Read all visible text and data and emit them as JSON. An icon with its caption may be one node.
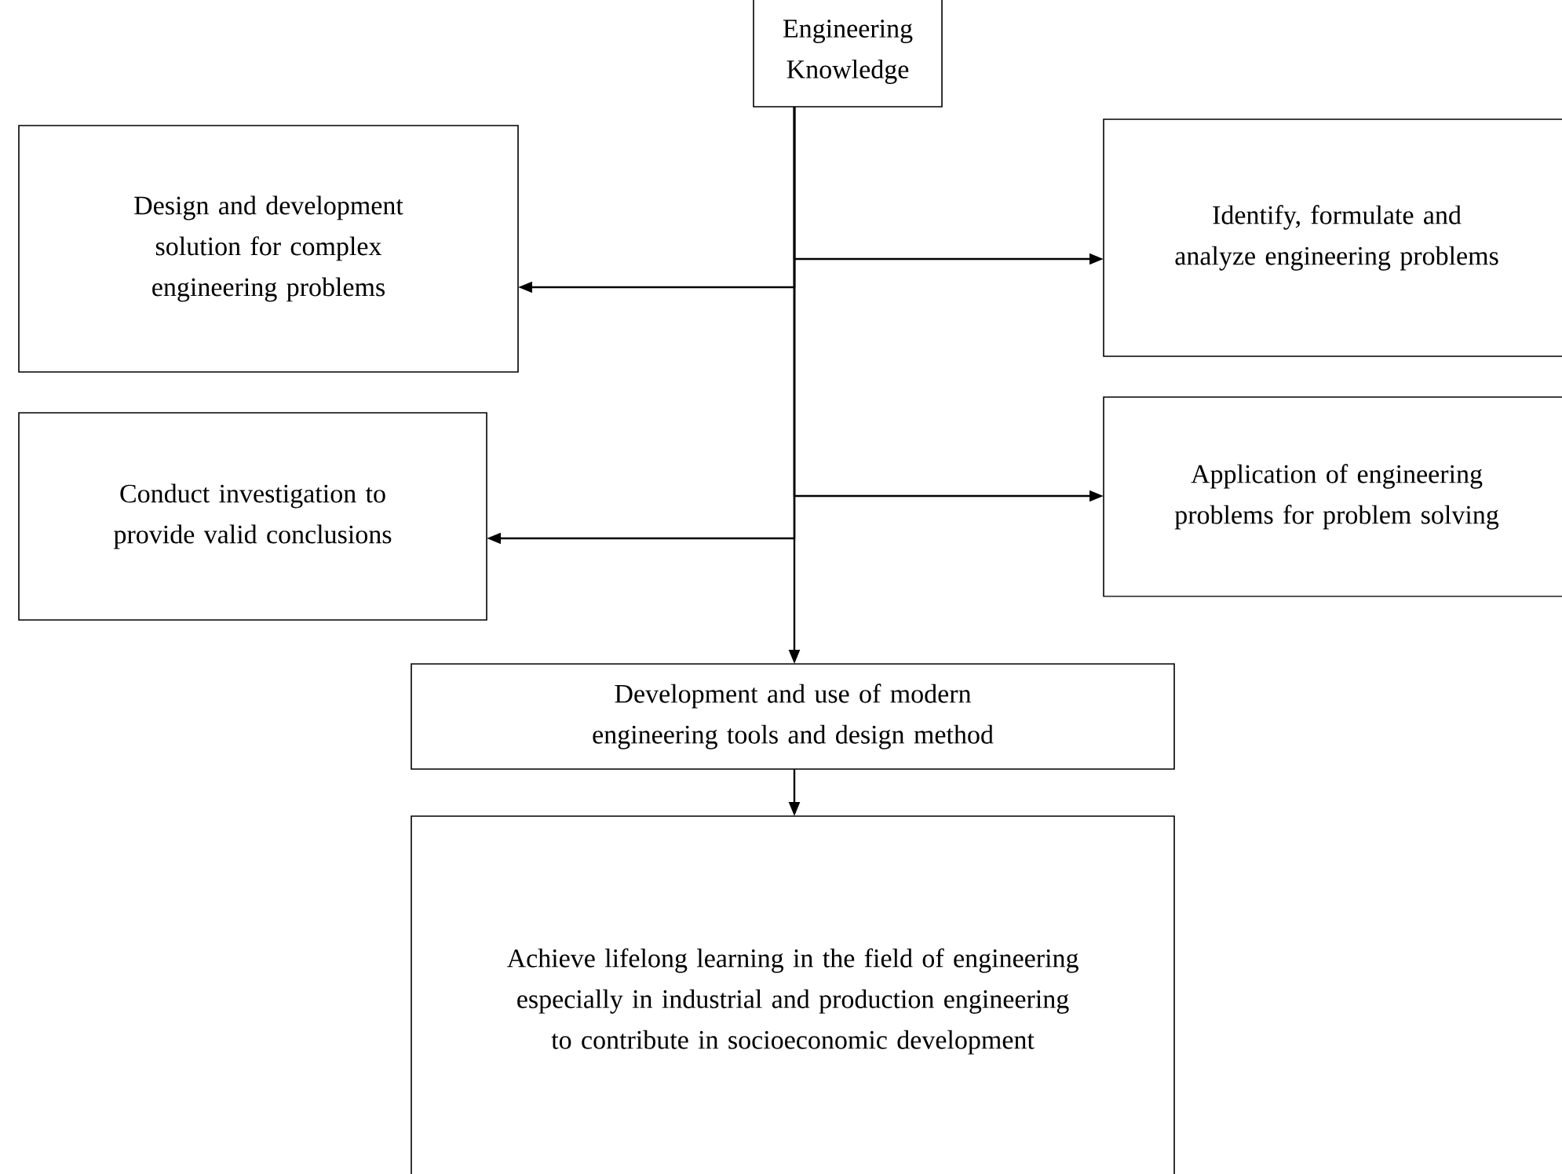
{
  "diagram": {
    "nodes": [
      {
        "text": [
          "Engineering Knowledge"
        ]
      },
      {
        "text": [
          "Design and development solution for complex engineering problems"
        ]
      },
      {
        "text": [
          "Identify, formulate and analyze engineering problems"
        ]
      },
      {
        "text": [
          "Conduct investigation to provide valid conclusions"
        ]
      },
      {
        "text": [
          "Application of engineering problems for problem solving"
        ]
      },
      {
        "text": [
          "Development and use of modern engineering tools and design method"
        ]
      },
      {
        "text": [
          "Achieve lifelong learning in the field of engineering especially in industrial and production engineering to contribute in socioeconomic development"
        ]
      }
    ],
    "edges": [
      {
        "from": 0,
        "to": 1,
        "arrow": "to"
      },
      {
        "from": 0,
        "to": 2,
        "arrow": "to"
      },
      {
        "from": 0,
        "to": 3,
        "arrow": "to"
      },
      {
        "from": 0,
        "to": 4,
        "arrow": "to"
      },
      {
        "from": 0,
        "to": 5,
        "arrow": "to"
      },
      {
        "from": 5,
        "to": 6,
        "arrow": "to"
      }
    ]
  }
}
